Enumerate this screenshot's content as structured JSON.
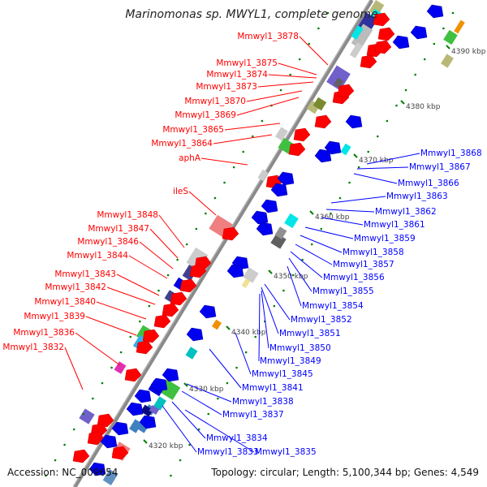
{
  "title": "Marinomonas sp. MWYL1, complete genome",
  "footer": {
    "accession": "Accession: NC_009654",
    "summary": "Topology: circular; Length: 5,100,344 bp; Genes: 4,549"
  },
  "colors": {
    "plus_label": "#ff0000",
    "minus_label": "#0000ff",
    "backbone": "#888888",
    "tick": "#008000"
  },
  "scale_ticks": [
    {
      "label": "4320 kbp"
    },
    {
      "label": "4330 kbp"
    },
    {
      "label": "4340 kbp"
    },
    {
      "label": "4350 kbp"
    },
    {
      "label": "4360 kbp"
    },
    {
      "label": "4370 kbp"
    },
    {
      "label": "4380 kbp"
    },
    {
      "label": "4390 kbp"
    }
  ],
  "plus_strand_labels": [
    "Mmwyl1_3878",
    "Mmwyl1_3875",
    "Mmwyl1_3874",
    "Mmwyl1_3873",
    "Mmwyl1_3870",
    "Mmwyl1_3869",
    "Mmwyl1_3865",
    "Mmwyl1_3864",
    "aphA",
    "ileS",
    "Mmwyl1_3848",
    "Mmwyl1_3847",
    "Mmwyl1_3846",
    "Mmwyl1_3844",
    "Mmwyl1_3843",
    "Mmwyl1_3842",
    "Mmwyl1_3840",
    "Mmwyl1_3839",
    "Mmwyl1_3836",
    "Mmwyl1_3832"
  ],
  "minus_strand_labels": [
    "Mmwyl1_3868",
    "Mmwyl1_3867",
    "Mmwyl1_3866",
    "Mmwyl1_3863",
    "Mmwyl1_3862",
    "Mmwyl1_3861",
    "Mmwyl1_3859",
    "Mmwyl1_3858",
    "Mmwyl1_3857",
    "Mmwyl1_3856",
    "Mmwyl1_3855",
    "Mmwyl1_3854",
    "Mmwyl1_3852",
    "Mmwyl1_3851",
    "Mmwyl1_3850",
    "Mmwyl1_3849",
    "Mmwyl1_3845",
    "Mmwyl1_3841",
    "Mmwyl1_3838",
    "Mmwyl1_3837",
    "Mmwyl1_3834",
    "Mmwyl1_3833",
    "Mmwyl1_3835"
  ]
}
